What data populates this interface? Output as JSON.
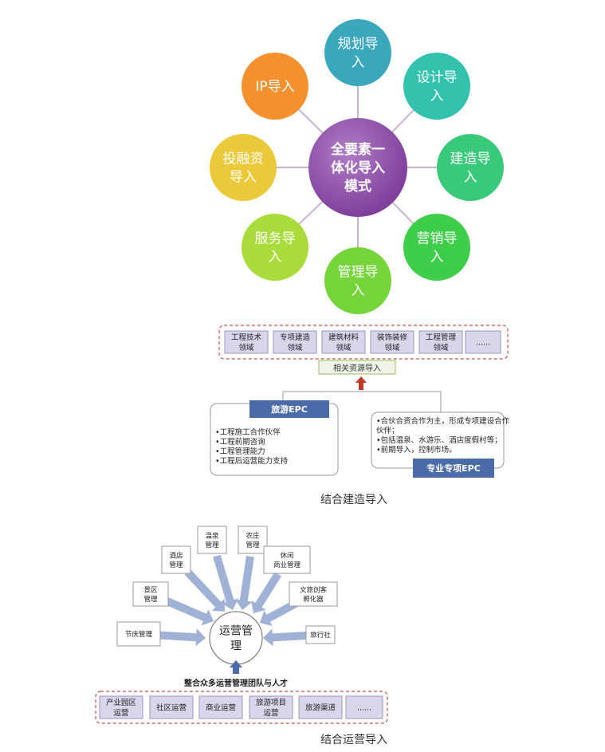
{
  "hub": {
    "center_lines": [
      "全要素一",
      "体化导入",
      "模式"
    ],
    "nodes": [
      {
        "lines": [
          "规划导",
          "入"
        ],
        "color": "#3aa7bd"
      },
      {
        "lines": [
          "设计导",
          "入"
        ],
        "color": "#33c2ae"
      },
      {
        "lines": [
          "建造导",
          "入"
        ],
        "color": "#39c97a"
      },
      {
        "lines": [
          "营销导",
          "入"
        ],
        "color": "#3fce4a"
      },
      {
        "lines": [
          "管理导",
          "入"
        ],
        "color": "#74d43a"
      },
      {
        "lines": [
          "服务导",
          "入"
        ],
        "color": "#a9dc3b"
      },
      {
        "lines": [
          "投融资",
          "导入"
        ],
        "color": "#ecc93a"
      },
      {
        "lines": [
          "IP导入"
        ],
        "color": "#f4902e"
      }
    ]
  },
  "construction": {
    "domains": [
      [
        "工程技术",
        "领域"
      ],
      [
        "专项建造",
        "领域"
      ],
      [
        "建筑材料",
        "领域"
      ],
      [
        "装饰装修",
        "领域"
      ],
      [
        "工程管理",
        "领域"
      ],
      [
        "......"
      ]
    ],
    "resource_label": "相关资源导入",
    "tourism_epc": {
      "title": "旅游EPC",
      "items": [
        "•工程施工合作伙伴",
        "•工程前期咨询",
        "•工程管理能力",
        "•工程后运营能力支持"
      ]
    },
    "special_epc": {
      "title": "专业专项EPC",
      "items": [
        "•合伙合资合作为主，形成专项建设合作",
        "  伙伴；",
        "•包括温泉、水游乐、酒店度假村等；",
        "•前期导入，控制市场。"
      ]
    }
  },
  "caption1": "结合建造导入",
  "operations": {
    "center_lines": [
      "运营管",
      "理"
    ],
    "sources": [
      [
        "节庆管理"
      ],
      [
        "景区",
        "管理"
      ],
      [
        "酒店",
        "管理"
      ],
      [
        "温泉",
        "管理"
      ],
      [
        "农庄",
        "管理"
      ],
      [
        "休闲",
        "商业管理"
      ],
      [
        "文旅创客",
        "孵化器"
      ],
      [
        "旅行社"
      ]
    ],
    "team_label": "整合众多运营管理团队与人才",
    "bottom_items": [
      [
        "产业园区",
        "运营"
      ],
      [
        "社区运营"
      ],
      [
        "商业运营"
      ],
      [
        "旅游项目",
        "运营"
      ],
      [
        "旅游渠道"
      ],
      [
        "......"
      ]
    ]
  },
  "caption2": "结合运营导入",
  "colors": {
    "hub_center": "#7b3a97",
    "epc_title": "#4a6aa8",
    "box_fill": "#d9d5ea",
    "dashed_border": "#c0504d",
    "arrow_up_red": "#c0392b",
    "arrow_blue": "#9fb2d6",
    "arrow_up_blue": "#4a6aa8"
  }
}
